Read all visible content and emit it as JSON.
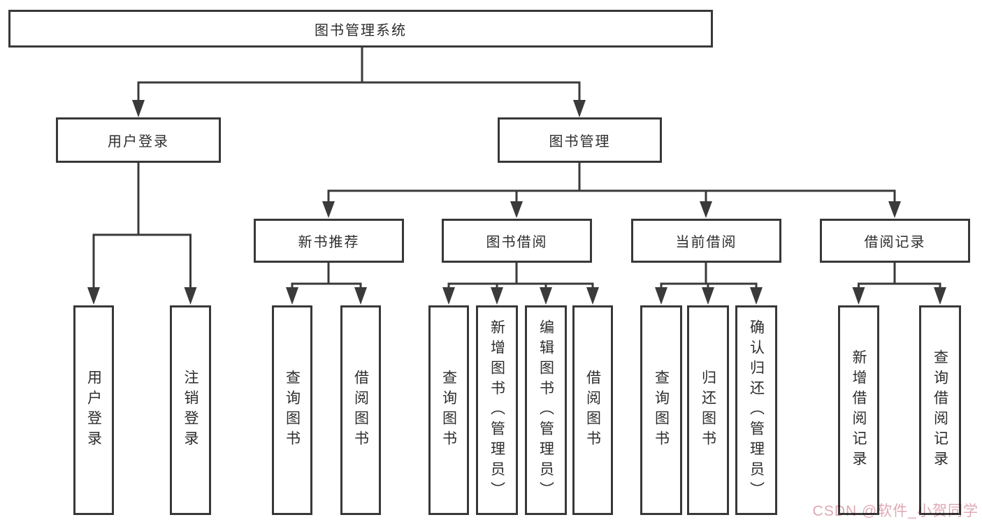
{
  "diagram_title": "图书管理系统",
  "nodes": {
    "root": "图书管理系统",
    "user_login": "用户登录",
    "book_mgmt": "图书管理",
    "leaf_user_login": "用户登录",
    "leaf_logout": "注销登录",
    "new_book_rec": "新书推荐",
    "book_borrow": "图书借阅",
    "current_borrow": "当前借阅",
    "borrow_records": "借阅记录",
    "nbr_query": "查询图书",
    "nbr_borrow": "借阅图书",
    "bb_query": "查询图书",
    "bb_add": "新增图书（管理员）",
    "bb_edit": "编辑图书（管理员）",
    "bb_borrow": "借阅图书",
    "cb_query": "查询图书",
    "cb_return": "归还图书",
    "cb_confirm": "确认归还（管理员）",
    "br_add": "新增借阅记录",
    "br_query": "查询借阅记录"
  },
  "structure": {
    "root": [
      "user_login",
      "book_mgmt"
    ],
    "user_login": [
      "leaf_user_login",
      "leaf_logout"
    ],
    "book_mgmt": [
      "new_book_rec",
      "book_borrow",
      "current_borrow",
      "borrow_records"
    ],
    "new_book_rec": [
      "nbr_query",
      "nbr_borrow"
    ],
    "book_borrow": [
      "bb_query",
      "bb_add",
      "bb_edit",
      "bb_borrow"
    ],
    "current_borrow": [
      "cb_query",
      "cb_return",
      "cb_confirm"
    ],
    "borrow_records": [
      "br_add",
      "br_query"
    ]
  },
  "watermark": {
    "text": "CSDN @软件_小贺同学"
  },
  "colors": {
    "line": "#3a3a3a",
    "box_border": "#383838",
    "box_fill": "#ffffff",
    "text": "#2d2d2d",
    "background": "#ffffff",
    "watermark": "#dfa8b4"
  }
}
